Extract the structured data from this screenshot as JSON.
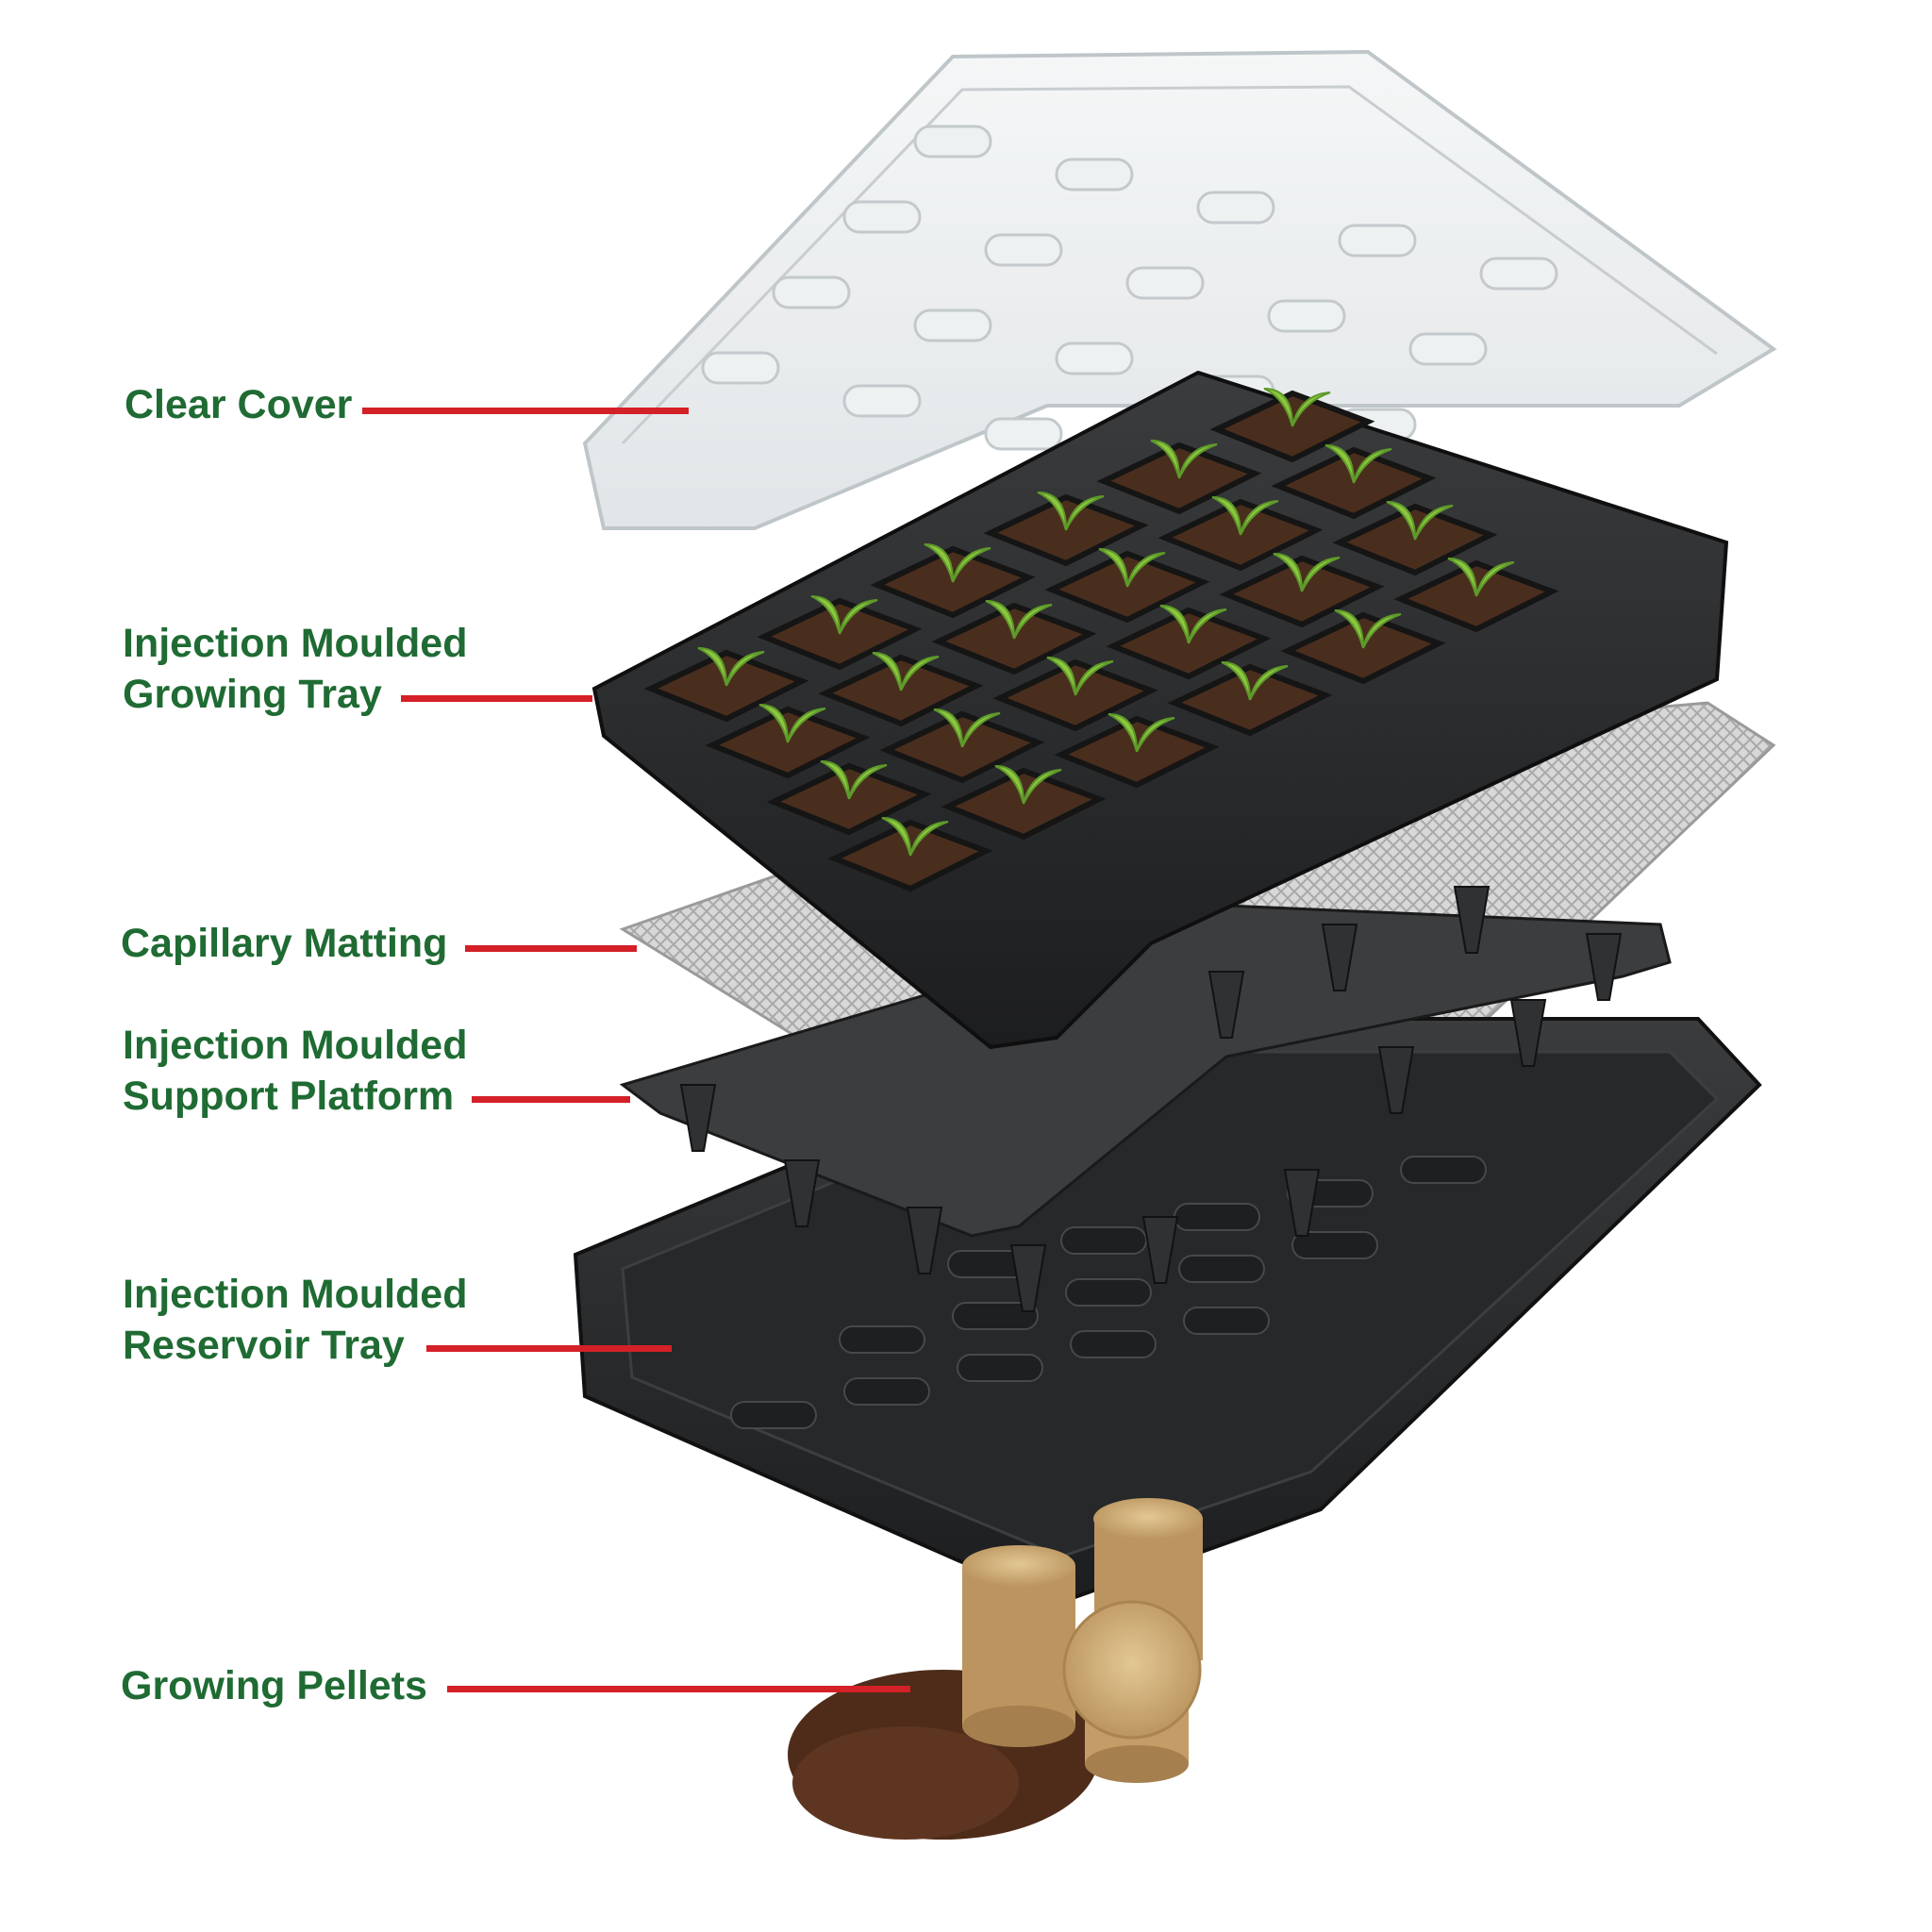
{
  "colors": {
    "label_text": "#1f6b33",
    "leader_line": "#d42027",
    "tray_black": "#2c2e30",
    "soil": "#4a2e1d",
    "seedling": "#8dc63f",
    "pellet": "#c9a46a",
    "matting": "#cfcfcf"
  },
  "labels": [
    {
      "id": "clear-cover",
      "lines": [
        "Clear Cover"
      ]
    },
    {
      "id": "growing-tray",
      "lines": [
        "Injection Moulded",
        "Growing Tray"
      ]
    },
    {
      "id": "capillary-matting",
      "lines": [
        "Capillary Matting"
      ]
    },
    {
      "id": "support-platform",
      "lines": [
        "Injection Moulded",
        "Support Platform"
      ]
    },
    {
      "id": "reservoir-tray",
      "lines": [
        "Injection Moulded",
        "Reservoir Tray"
      ]
    },
    {
      "id": "growing-pellets",
      "lines": [
        "Growing Pellets"
      ]
    }
  ]
}
